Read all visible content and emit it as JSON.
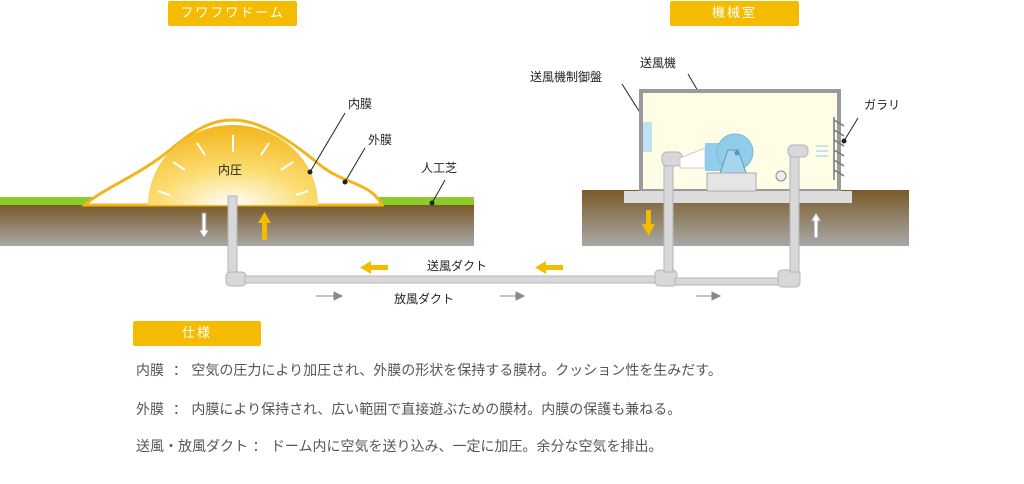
{
  "titles": {
    "dome": "フワフワドーム",
    "machine_room": "機械室",
    "spec": "仕様"
  },
  "labels": {
    "control_panel": "送風機制御盤",
    "blower": "送風機",
    "louver": "ガラリ",
    "inner_membrane": "内膜",
    "outer_membrane": "外膜",
    "artificial_turf": "人工芝",
    "internal_pressure": "内圧",
    "supply_duct": "送風ダクト",
    "exhaust_duct": "放風ダクト"
  },
  "specs": [
    {
      "term": "内膜",
      "sep": "：",
      "desc": "空気の圧力により加圧され、外膜の形状を保持する膜材。クッション性を生みだす。"
    },
    {
      "term": "外膜",
      "sep": "：",
      "desc": "内膜により保持され、広い範囲で直接遊ぶための膜材。内膜の保護も兼ねる。"
    },
    {
      "term": "送風・放風ダクト",
      "sep": "：",
      "desc": "ドーム内に空気を送り込み、一定に加圧。余分な空気を排出。"
    }
  ],
  "colors": {
    "accent": "#f5bb00",
    "grass": "#8ccc2a",
    "soil": "#7a5a2a",
    "pipe": "#d8d8da",
    "blower": "#8fcdea"
  }
}
